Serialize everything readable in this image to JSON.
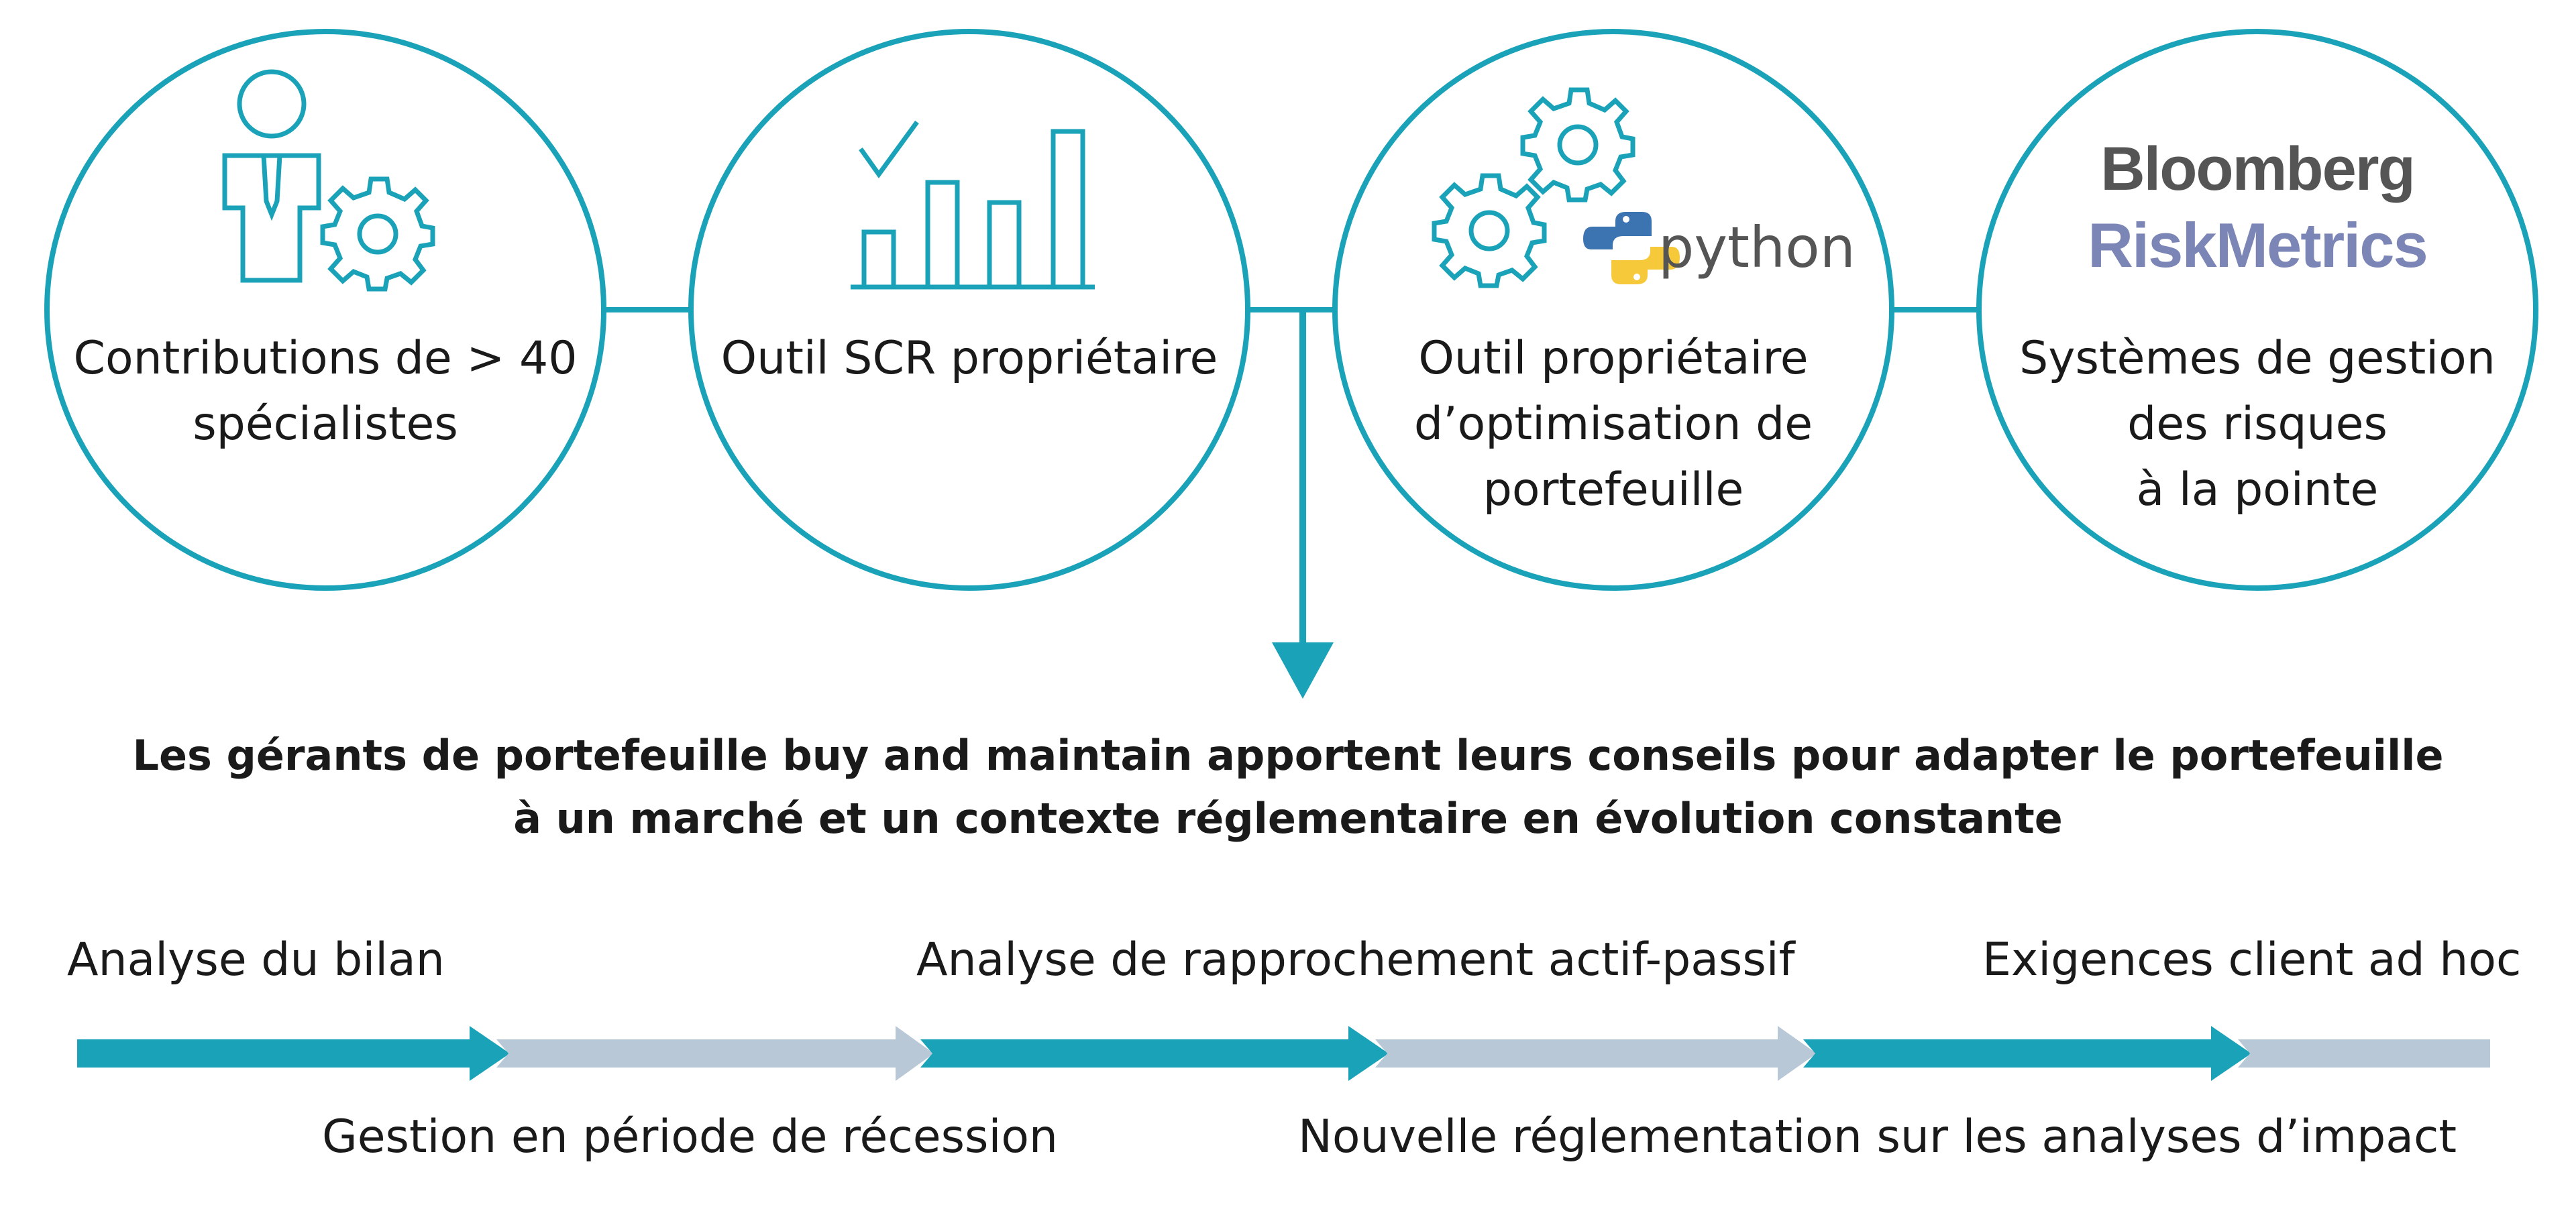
{
  "colors": {
    "accent": "#1aa2b8",
    "light_arrow": "#b9c8d6",
    "bloomberg": "#555555",
    "riskmetrics": "#7c86b6"
  },
  "circles": [
    {
      "icon": "person-gear-icon",
      "label": "Contributions de > 40\nspécialistes"
    },
    {
      "icon": "bar-chart-check-icon",
      "label": "Outil SCR propriétaire"
    },
    {
      "icon": "gears-python-icon",
      "label": "Outil propriétaire\nd’optimisation de\nportefeuille",
      "logo_text": "python"
    },
    {
      "icon": "bloomberg-riskmetrics-logo",
      "label": "Systèmes de gestion\ndes risques\nà la pointe",
      "logo_line1": "Bloomberg",
      "logo_line2": "RiskMetrics"
    }
  ],
  "heading": "Les gérants de portefeuille buy and maintain apportent leurs conseils pour adapter le portefeuille\nà un marché et un contexte réglementaire en évolution constante",
  "flow": {
    "top_labels": [
      "Analyse du bilan",
      "Analyse de rapprochement actif-passif",
      "Exigences client ad hoc"
    ],
    "bottom_labels": [
      "Gestion en période de récession",
      "Nouvelle réglementation sur les analyses d’impact"
    ]
  }
}
